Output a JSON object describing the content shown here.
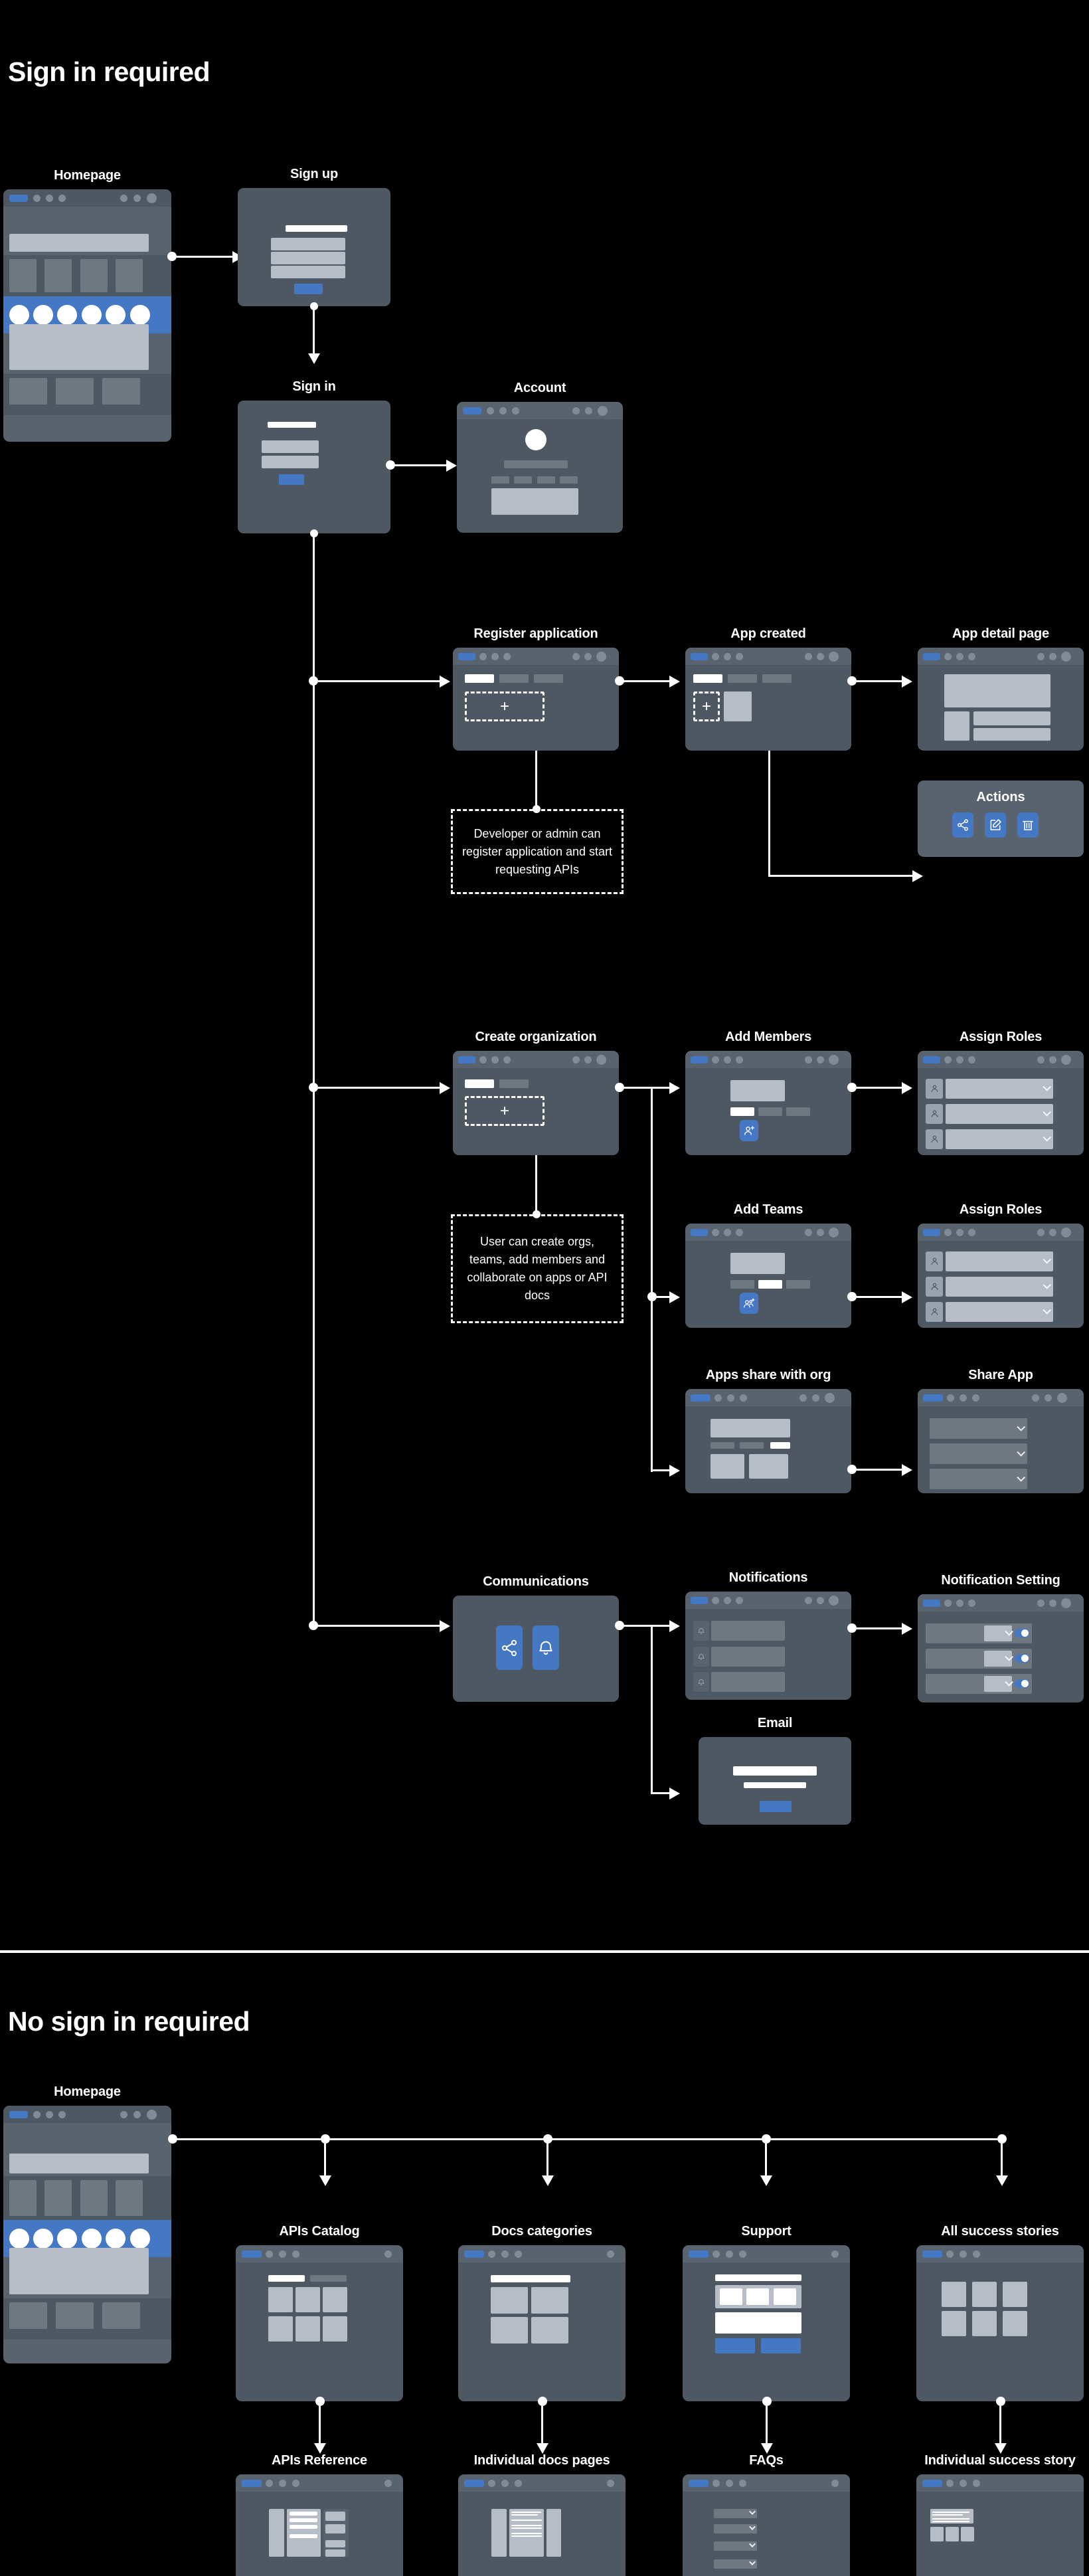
{
  "sections": [
    {
      "id": "signin",
      "title": "Sign in required"
    },
    {
      "id": "nosignin",
      "title": "No sign in required"
    }
  ],
  "nodes": {
    "homepage_top": {
      "label": "Homepage"
    },
    "signup": {
      "label": "Sign up"
    },
    "signin": {
      "label": "Sign in"
    },
    "account": {
      "label": "Account"
    },
    "register_application": {
      "label": "Register application"
    },
    "app_created": {
      "label": "App created"
    },
    "app_detail_page": {
      "label": "App detail page"
    },
    "actions": {
      "label": "Actions",
      "icons": [
        "share-icon",
        "edit-icon",
        "delete-icon"
      ]
    },
    "create_organization": {
      "label": "Create organization"
    },
    "add_members": {
      "label": "Add Members",
      "icon": "add-user-icon"
    },
    "assign_roles_members": {
      "label": "Assign Roles"
    },
    "add_teams": {
      "label": "Add Teams",
      "icon": "add-group-icon"
    },
    "assign_roles_teams": {
      "label": "Assign Roles"
    },
    "apps_share_with_org": {
      "label": "Apps share with org"
    },
    "share_app": {
      "label": "Share App"
    },
    "communications": {
      "label": "Communications",
      "icons": [
        "share-icon",
        "bell-icon"
      ]
    },
    "notifications": {
      "label": "Notifications",
      "icon": "bell-icon"
    },
    "notification_setting": {
      "label": "Notification Setting"
    },
    "email": {
      "label": "Email"
    },
    "homepage_bottom": {
      "label": "Homepage"
    },
    "apis_catalog": {
      "label": "APIs Catalog"
    },
    "docs_categories": {
      "label": "Docs categories"
    },
    "support": {
      "label": "Support"
    },
    "all_success_stories": {
      "label": "All success stories"
    },
    "apis_reference": {
      "label": "APIs Reference"
    },
    "individual_docs_pages": {
      "label": "Individual docs pages"
    },
    "faqs": {
      "label": "FAQs"
    },
    "individual_success_story": {
      "label": "Individual success story"
    }
  },
  "notes": {
    "register_note": "Developer or admin can register application and start requesting APIs",
    "org_note": "User can create orgs, teams, add members and collaborate on apps or API docs"
  },
  "colors": {
    "background": "#000000",
    "card": "#4e5862",
    "card_titlebar": "#59636d",
    "accent_blue": "#4477c4",
    "block_light": "#b6bdc7",
    "block_mid": "#6f7781",
    "text": "#ffffff"
  }
}
